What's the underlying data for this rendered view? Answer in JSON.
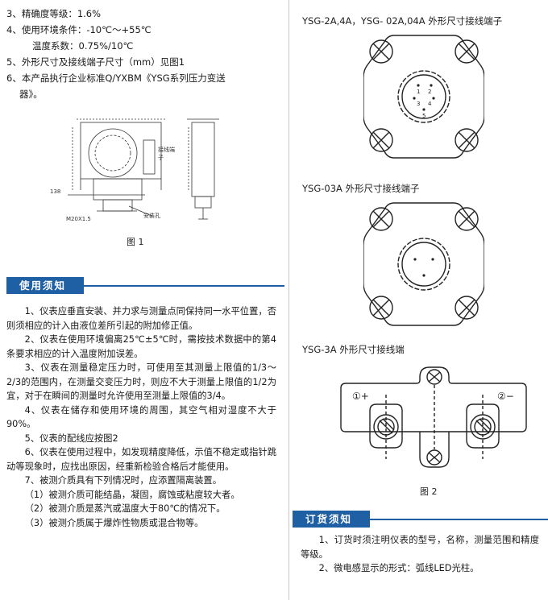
{
  "specs": {
    "s3": "3、精确度等级：1.6%",
    "s4": "4、使用环境条件：-10℃～+55℃",
    "s4b": "温度系数：0.75%/10℃",
    "s5": "5、外形尺寸及接线端子尺寸（mm）见图1",
    "s6a": "6、本产品执行企业标准Q/YXBM《YSG系列压力变送",
    "s6b": "器》。"
  },
  "fig1": {
    "caption": "图 1",
    "label_terminal_a": "接线端",
    "label_terminal_b": "子",
    "label_dim1": "138",
    "label_hole": "安装孔",
    "label_thread": "M20X1.5"
  },
  "usage": {
    "heading": "使用须知",
    "paragraphs": [
      "1、仪表应垂直安装、并力求与测量点同保持同一水平位置，否则须相应的计入由液位差所引起的附加修正值。",
      "2、仪表在使用环境偏离25℃±5℃时，需按技术数据中的第4条要求相应的计入温度附加误差。",
      "3、仪表在测量稳定压力时，可使用至其测量上限值的1/3～2/3的范围内，在测量交变压力时，则应不大于测量上限值的1/2为宜，对于在瞬间的测量时允许使用至测量上限值的3/4。",
      "4、仪表在储存和使用环境的周围，其空气相对湿度不大于90%。",
      "5、仪表的配线应按图2",
      "6、仪表在使用过程中，如发现精度降低，示值不稳定或指针跳动等现象时，应找出原因，经重新检验合格后才能使用。",
      "7、被测介质具有下列情况时，应添置隔离装置。"
    ],
    "subitems": [
      "（1）被测介质可能结晶，凝固，腐蚀或粘度较大者。",
      "（2）被测介质是蒸汽或温度大于80℃的情况下。",
      "（3）被测介质属于爆炸性物质或混合物等。"
    ]
  },
  "right": {
    "title1": "YSG-2A,4A，YSG- 02A,04A 外形尺寸接线端子",
    "title2": "YSG-03A 外形尺寸接线端子",
    "title3": "YSG-3A 外形尺寸接线端",
    "fig2_caption": "图 2",
    "terminal1": "①+",
    "terminal2": "②−",
    "pin_labels": [
      "1",
      "2",
      "3",
      "4",
      "5"
    ]
  },
  "order": {
    "heading": "订货须知",
    "paragraphs": [
      "1、订货时须注明仪表的型号，名称，测量范围和精度等级。",
      "2、微电感显示的形式：弧线LED光柱。"
    ]
  },
  "colors": {
    "accent": "#1f5fa3"
  }
}
